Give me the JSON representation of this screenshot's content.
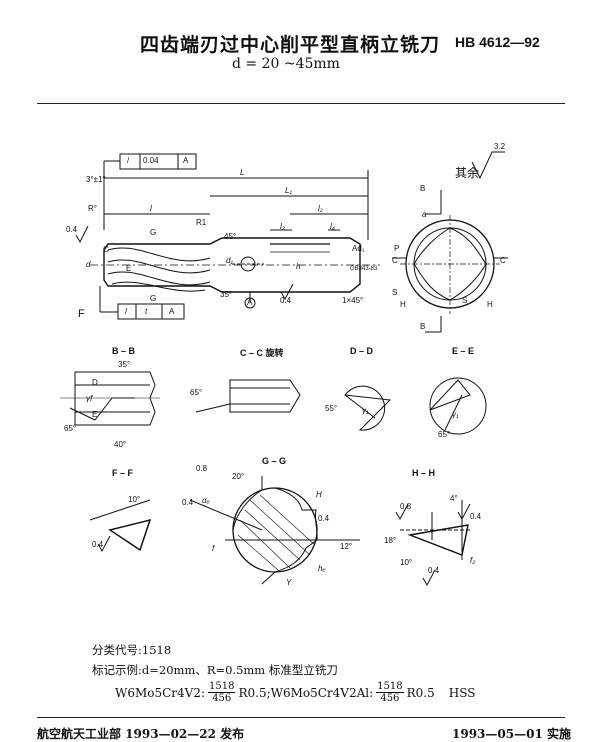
{
  "header": {
    "title": "四齿端刃过中心削平型直柄立铣刀",
    "standard_code": "HB 4612—92",
    "subtitle": "d = 20 ~45mm"
  },
  "main_drawing": {
    "tolerance_top": [
      "/",
      "0.04",
      "A"
    ],
    "tolerance_bottom": [
      "/",
      "t",
      "A"
    ],
    "roughness_note": "其余",
    "roughness_value": "3.2",
    "labels": {
      "L": "L",
      "L1": "L₁",
      "l": "l",
      "l2": "l₂",
      "l3": "l₃",
      "l4": "l₄",
      "R": "R°",
      "R1": "R1",
      "d": "d",
      "d1": "d₁",
      "h": "h",
      "C": "C",
      "E": "E",
      "F": "F",
      "G": "G",
      "A": "A",
      "B": "B",
      "P": "P",
      "S": "S",
      "H": "H",
      "angle45": "45°",
      "angle35": "35°",
      "angle3": "3°±1°",
      "chamfer": "1×45°",
      "ra04": "0.4",
      "ad1": "Ad₁",
      "gb": "GB343-83",
      "a": "a"
    }
  },
  "sections": {
    "bb": "B – B",
    "cc": "C – C 旋转",
    "dd": "D – D",
    "ee": "E – E",
    "ff": "F – F",
    "gg": "G – G",
    "hh": "H – H"
  },
  "section_labels": {
    "a35": "35°",
    "a65": "65°",
    "a40": "40°",
    "a55": "55°",
    "a65b": "65°",
    "a10": "10°",
    "a20": "20°",
    "a12": "12°",
    "a18": "18°",
    "a10b": "10°",
    "a4": "4°",
    "r08": "0.8",
    "r04": "0.4",
    "gamma_f": "γf",
    "gamma_1": "γ₁",
    "alpha_e": "αₑ",
    "h_e": "hₑ",
    "f2": "f₂",
    "f": "f",
    "D": "D",
    "E": "E",
    "H": "H",
    "Y": "Y"
  },
  "notes": {
    "class_code": "分类代号:1518",
    "example": "标记示例:d=20mm、R=0.5mm 标准型立铣刀",
    "marking_part1": "W6Mo5Cr4V2:",
    "frac1_num": "1518",
    "frac1_den": "456",
    "marking_part2": "R0.5;W6Mo5Cr4V2Al:",
    "frac2_num": "1518",
    "frac2_den": "456",
    "marking_part3": "R0.5",
    "marking_hss": "HSS"
  },
  "footer": {
    "issuer": "航空航天工业部 1993—02—22 发布",
    "effective": "1993—05—01 实施"
  }
}
